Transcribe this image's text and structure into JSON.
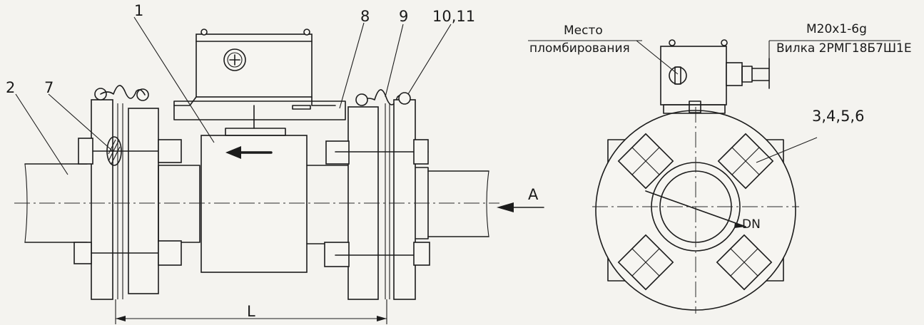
{
  "labels": {
    "item1": "1",
    "item2": "2",
    "item7": "7",
    "item8": "8",
    "item9": "9",
    "item10_11": "10,11",
    "view_a": "A",
    "dim_l": "L",
    "dn": "DN",
    "item3_6": "3,4,5,6",
    "seal_line1": "Место",
    "seal_line2": "пломбирования",
    "thread": "M20x1-6g",
    "plug": "Вилка 2РМГ18Б7Ш1Е"
  }
}
